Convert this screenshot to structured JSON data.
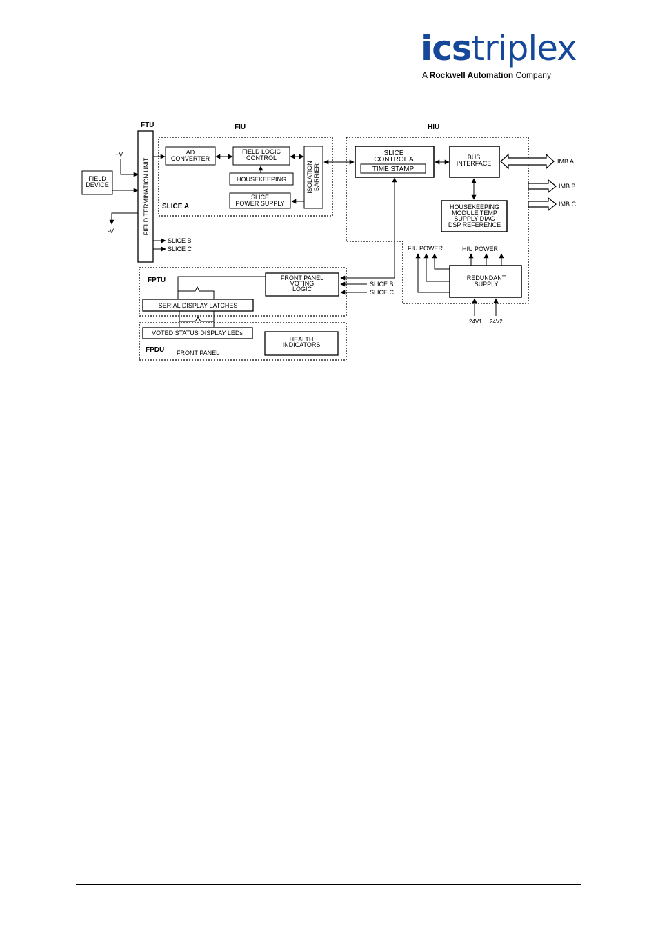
{
  "header": {
    "logo_bold": "ics",
    "logo_light": "triplex",
    "tagline_prefix": "A ",
    "tagline_bold": "Rockwell Automation",
    "tagline_suffix": " Company"
  },
  "diagram": {
    "labels": {
      "ftu": "FTU",
      "fiu": "FIU",
      "hiu": "HIU",
      "plus_v": "+V",
      "minus_v": "-V",
      "field_device_1": "FIELD",
      "field_device_2": "DEVICE",
      "field_termination_unit": "FIELD TERMINATION UNIT",
      "ad_converter_1": "AD",
      "ad_converter_2": "CONVERTER",
      "field_logic_1": "FIELD LOGIC",
      "field_logic_2": "CONTROL",
      "housekeeping": "HOUSEKEEPING",
      "slice_power_1": "SLICE",
      "slice_power_2": "POWER SUPPLY",
      "isolation_1": "ISOLATION",
      "isolation_2": "BARRIER",
      "slice_a": "SLICE A",
      "slice_b": "SLICE B",
      "slice_c": "SLICE C",
      "slice_control_1": "SLICE",
      "slice_control_2": "CONTROL A",
      "time_stamp": "TIME STAMP",
      "bus_interface_1": "BUS",
      "bus_interface_2": "INTERFACE",
      "imb_a": "IMB A",
      "imb_b": "IMB B",
      "imb_c": "IMB C",
      "hk_1": "HOUSEKEEPING",
      "hk_2": "MODULE TEMP",
      "hk_3": "SUPPLY DIAG",
      "hk_4": "DSP REFERENCE",
      "fiu_power": "FIU POWER",
      "hiu_power": "HIU POWER",
      "redundant_1": "REDUNDANT",
      "redundant_2": "SUPPLY",
      "v24_1": "24V1",
      "v24_2": "24V2",
      "fptu": "FPTU",
      "fpvl_1": "FRONT PANEL",
      "fpvl_2": "VOTING",
      "fpvl_3": "LOGIC",
      "fp_slice_b": "SLICE B",
      "fp_slice_c": "SLICE C",
      "serial_latches": "SERIAL DISPLAY LATCHES",
      "voted_leds": "VOTED STATUS DISPLAY LEDs",
      "health_1": "HEALTH",
      "health_2": "INDICATORS",
      "fpdu": "FPDU",
      "front_panel": "FRONT PANEL"
    }
  }
}
